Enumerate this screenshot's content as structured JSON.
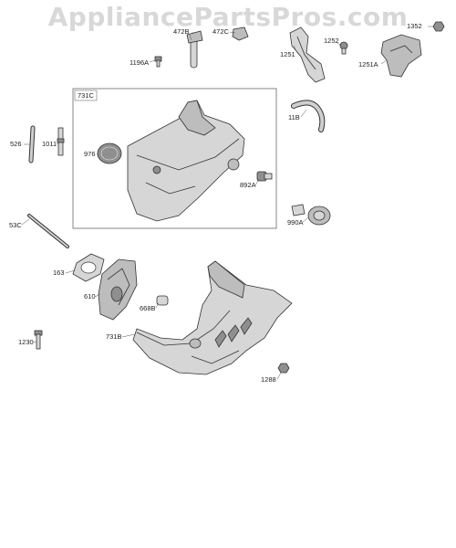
{
  "watermark": "AppliancePartsPros.com",
  "labels": {
    "p472B": "472B",
    "p472C": "472C",
    "p1352": "1352",
    "p1252": "1252",
    "p1251": "1251",
    "p1251A": "1251A",
    "p1196A": "1196A",
    "p731C": "731C",
    "p11B": "11B",
    "p526": "526",
    "p1011": "1011",
    "p976": "976",
    "p892A": "892A",
    "p990A": "990A",
    "p53C": "53C",
    "p163": "163",
    "p610": "610",
    "p668B": "668B",
    "p731B": "731B",
    "p1230": "1230",
    "p1288": "1288"
  }
}
